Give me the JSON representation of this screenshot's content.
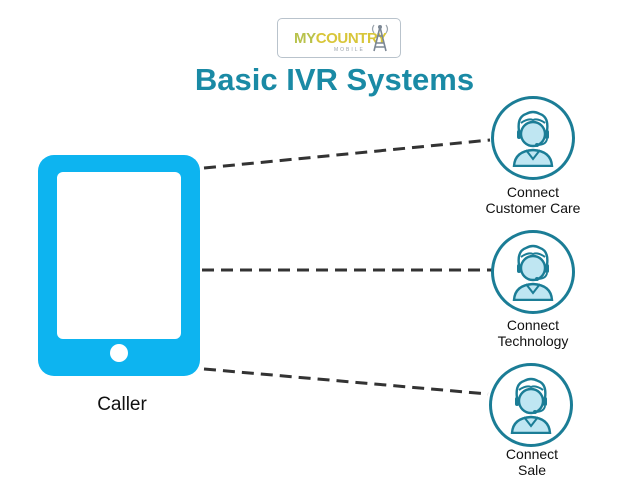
{
  "logo": {
    "my": "MY",
    "country": "COUNTRY",
    "sub": "MOBILE"
  },
  "title": "Basic IVR Systems",
  "caller": {
    "label": "Caller",
    "color": "#0db4f0"
  },
  "accent": "#1a8aa5",
  "agents": [
    {
      "line1": "Connect",
      "line2": "Customer Care",
      "icon": "customer-support-agent-icon"
    },
    {
      "line1": "Connect",
      "line2": "Technology",
      "icon": "customer-support-agent-icon"
    },
    {
      "line1": "Connect",
      "line2": "Sale",
      "icon": "customer-support-agent-icon"
    }
  ]
}
